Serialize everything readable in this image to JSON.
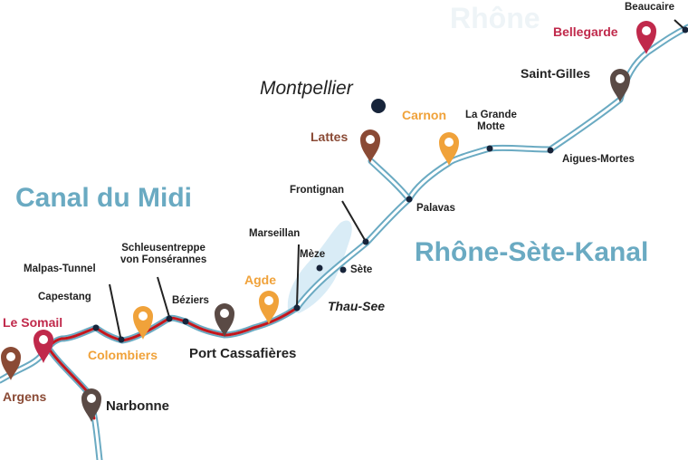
{
  "regions": {
    "canal_du_midi": "Canal du Midi",
    "rhone_sete": "Rhône-Sète-Kanal",
    "rhone_watermark": "Rhône"
  },
  "places": {
    "beaucaire": "Beaucaire",
    "bellegarde": "Bellegarde",
    "saint_gilles": "Saint-Gilles",
    "montpellier": "Montpellier",
    "carnon": "Carnon",
    "la_grande_motte": "La Grande\nMotte",
    "lattes": "Lattes",
    "aigues_mortes": "Aigues-Mortes",
    "frontignan": "Frontignan",
    "palavas": "Palavas",
    "marseillan": "Marseillan",
    "meze": "Mèze",
    "sete": "Sète",
    "thau_see": "Thau-See",
    "agde": "Agde",
    "schleusentreppe": "Schleusentreppe\nvon Fonsérannes",
    "malpas_tunnel": "Malpas-Tunnel",
    "capestang": "Capestang",
    "beziers": "Béziers",
    "le_somail": "Le Somail",
    "colombiers": "Colombiers",
    "port_cassafieres": "Port Cassafières",
    "argens": "Argens",
    "narbonne": "Narbonne"
  },
  "colors": {
    "canal_outline": "#6aaac2",
    "canal_fill": "#ffffff",
    "route_red": "#c4161c",
    "lake": "#d9ecf6",
    "pin_red": "#c0294b",
    "pin_orange": "#f0a23a",
    "pin_brown": "#8a4a35",
    "pin_dark": "#5a4a45",
    "region_text": "#6aaac2"
  },
  "markers": [
    {
      "place": "bellegarde",
      "icon": "map-pin-icon",
      "color": "pin_red"
    },
    {
      "place": "saint_gilles",
      "icon": "map-pin-icon",
      "color": "pin_dark"
    },
    {
      "place": "carnon",
      "icon": "map-pin-icon",
      "color": "pin_orange"
    },
    {
      "place": "lattes",
      "icon": "map-pin-icon",
      "color": "pin_brown"
    },
    {
      "place": "agde",
      "icon": "map-pin-icon",
      "color": "pin_orange"
    },
    {
      "place": "port_cassafieres",
      "icon": "map-pin-icon",
      "color": "pin_dark"
    },
    {
      "place": "colombiers",
      "icon": "map-pin-icon",
      "color": "pin_orange"
    },
    {
      "place": "le_somail",
      "icon": "map-pin-icon",
      "color": "pin_red"
    },
    {
      "place": "argens",
      "icon": "map-pin-icon",
      "color": "pin_brown"
    },
    {
      "place": "narbonne",
      "icon": "map-pin-icon",
      "color": "pin_dark"
    }
  ]
}
